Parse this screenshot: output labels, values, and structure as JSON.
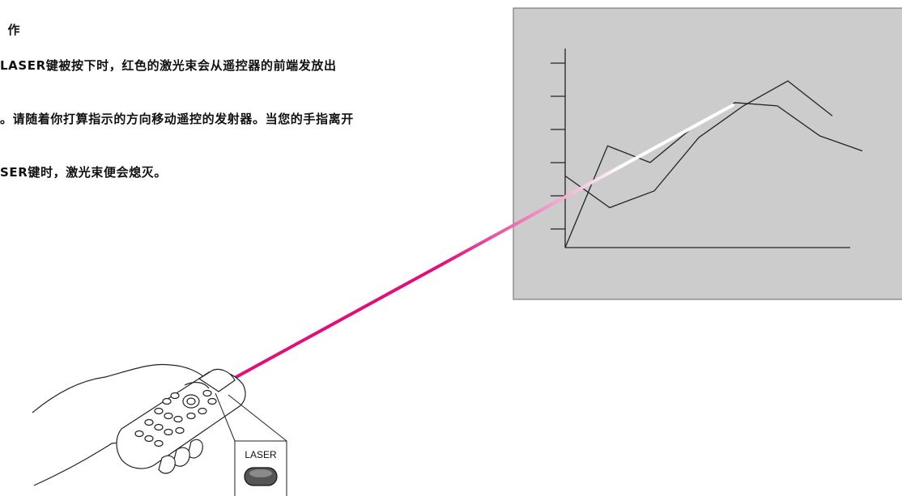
{
  "instructions": {
    "heading": "作",
    "lines": [
      "LASER键被按下时，红色的激光束会从遥控器的前端发放出",
      "。请随着你打算指示的方向移动遥控的发射器。当您的手指离开",
      "SER键时，激光束便会熄灭。"
    ]
  },
  "callout": {
    "button_label": "LASER"
  },
  "colors": {
    "screen": "#cccccc",
    "laser": "#e0107a",
    "laser_end": "#ffffff"
  },
  "chart_data": {
    "type": "line",
    "series": [
      {
        "values": [
          0,
          0.61,
          0.51,
          0.72,
          0.87,
          0.85,
          0.67,
          0.58
        ]
      },
      {
        "values": [
          0.43,
          0.24,
          0.34,
          0.66,
          0.85,
          1.0,
          0.79
        ]
      }
    ]
  }
}
